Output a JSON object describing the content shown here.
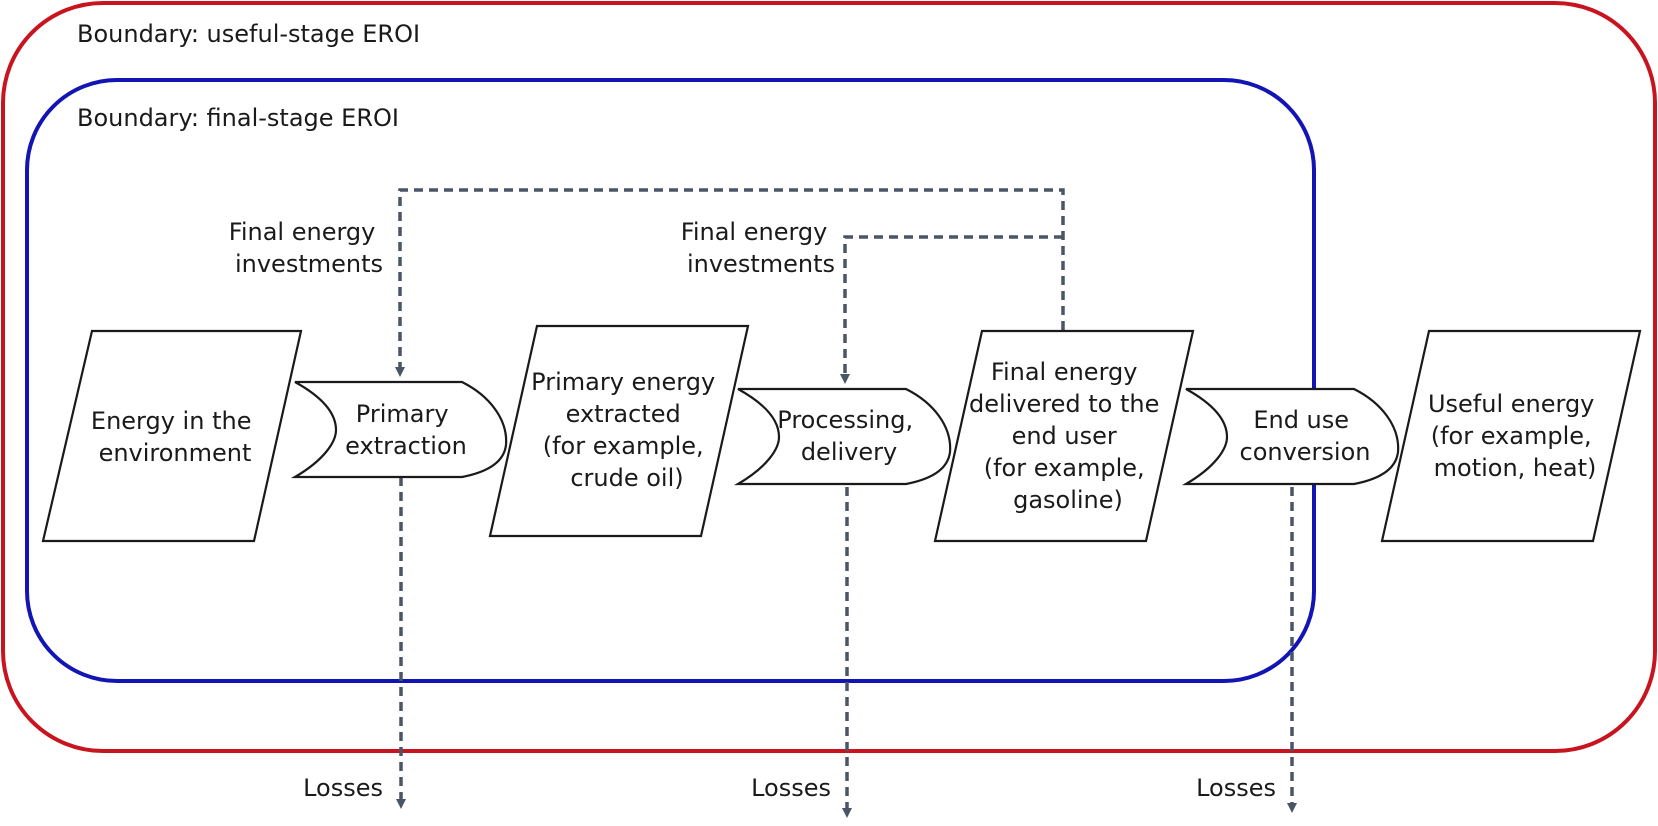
{
  "boundaries": {
    "useful": {
      "label": "Boundary: useful-stage EROI",
      "color": "#c8141e"
    },
    "final": {
      "label": "Boundary: final-stage EROI",
      "color": "#1214b4"
    }
  },
  "stocks": {
    "environment": [
      "Energy in the",
      "environment"
    ],
    "primary": [
      "Primary energy",
      "extracted",
      "(for example,",
      "crude oil)"
    ],
    "final": [
      "Final energy",
      "delivered to the",
      "end user",
      "(for example,",
      "gasoline)"
    ],
    "useful": [
      "Useful energy",
      "(for example,",
      "motion, heat)"
    ]
  },
  "processes": {
    "extraction": [
      "Primary",
      "extraction"
    ],
    "processing": [
      "Processing,",
      "delivery"
    ],
    "conversion": [
      "End use",
      "conversion"
    ]
  },
  "investments": {
    "first": [
      "Final energy",
      "investments"
    ],
    "second": [
      "Final energy",
      "investments"
    ]
  },
  "losses": {
    "first": "Losses",
    "second": "Losses",
    "third": "Losses"
  }
}
